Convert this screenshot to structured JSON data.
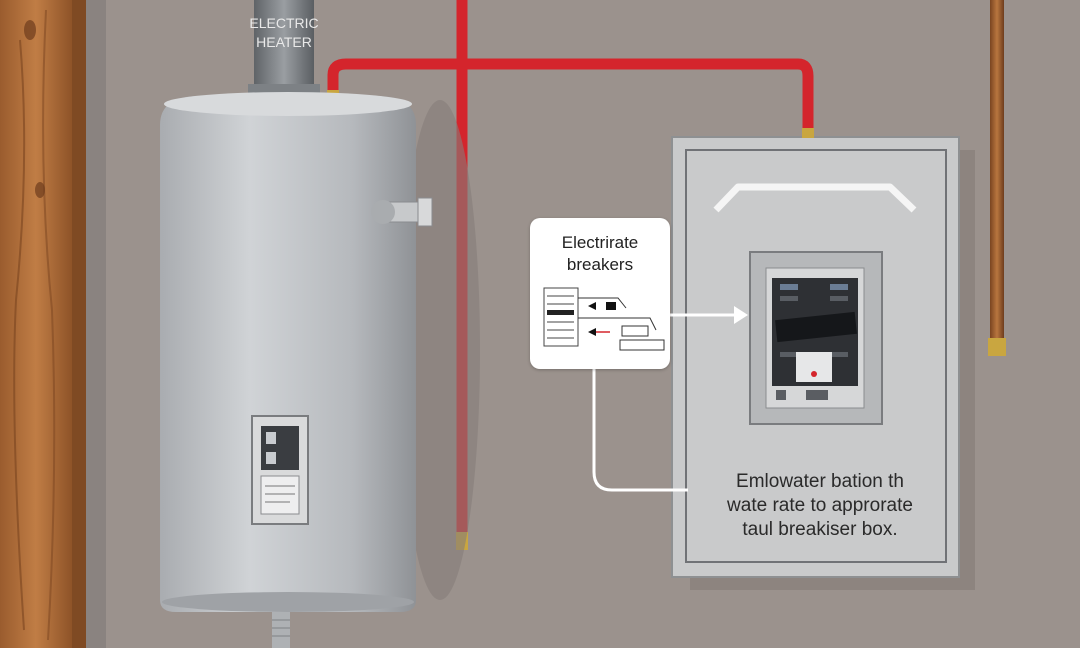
{
  "heater": {
    "label_line1": "ELECTRIC",
    "label_line2": "HEATER"
  },
  "callout": {
    "line1": "Electrirate",
    "line2": "breakers"
  },
  "panel": {
    "caption_line1": "Emlowater bation th",
    "caption_line2": "wate rate to approrate",
    "caption_line3": "taul breakiser box."
  },
  "colors": {
    "wall": "#9b928d",
    "wood": "#b06f3c",
    "tank": "#b9bcbf",
    "pipe_red": "#d4252c",
    "panel": "#c9cacb",
    "copper": "#9c5b2a"
  }
}
